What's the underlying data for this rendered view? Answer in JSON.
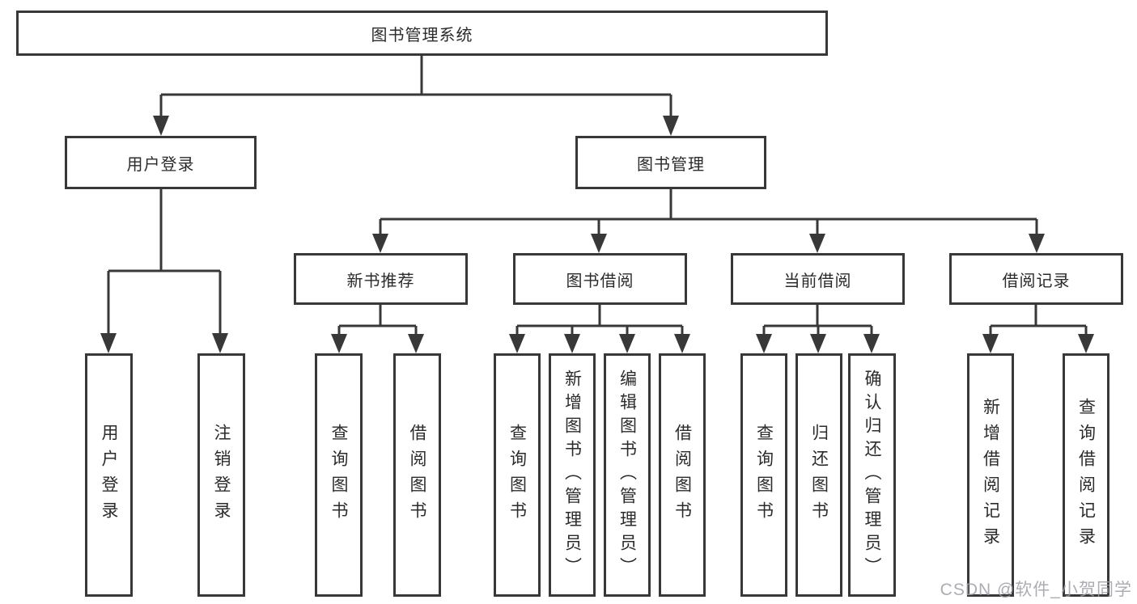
{
  "diagram_title": "图书管理系统",
  "colors": {
    "line": "#383838",
    "text": "#2b2b2b",
    "watermark": "#9e9ea6",
    "background": "#ffffff"
  },
  "watermark": {
    "text": "CSDN @软件_小贺同学"
  },
  "tree": {
    "label": "图书管理系统",
    "children": [
      {
        "label": "用户登录",
        "children": [
          {
            "label": "用户登录"
          },
          {
            "label": "注销登录"
          }
        ]
      },
      {
        "label": "图书管理",
        "children": [
          {
            "label": "新书推荐",
            "children": [
              {
                "label": "查询图书"
              },
              {
                "label": "借阅图书"
              }
            ]
          },
          {
            "label": "图书借阅",
            "children": [
              {
                "label": "查询图书"
              },
              {
                "label": "新增图书（管理员）"
              },
              {
                "label": "编辑图书（管理员）"
              },
              {
                "label": "借阅图书"
              }
            ]
          },
          {
            "label": "当前借阅",
            "children": [
              {
                "label": "查询图书"
              },
              {
                "label": "归还图书"
              },
              {
                "label": "确认归还（管理员）"
              }
            ]
          },
          {
            "label": "借阅记录",
            "children": [
              {
                "label": "新增借阅记录"
              },
              {
                "label": "查询借阅记录"
              }
            ]
          }
        ]
      }
    ]
  }
}
